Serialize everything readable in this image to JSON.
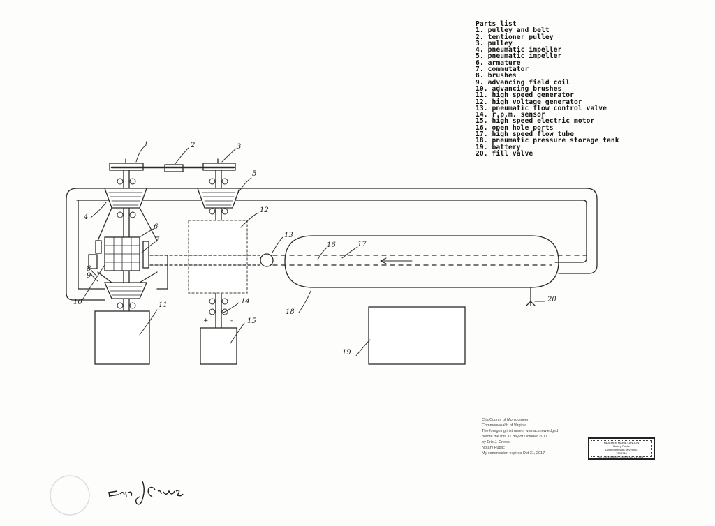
{
  "parts_list": {
    "title": "Parts list",
    "items": [
      "1. pulley and belt",
      "2. tentioner pulley",
      "3. pulley",
      "4. pneumatic impeller",
      "5. pneumatic impeller",
      "6. armature",
      "7. commutator",
      "8. brushes",
      "9. advancing field coil",
      "10. advancing brushes",
      "11. high speed generator",
      "12. high voltage generator",
      "13. pneumatic flow control valve",
      "14. r.p.m. sensor",
      "15. high speed electric motor",
      "16. open hole ports",
      "17. high speed flow tube",
      "18. pneumatic pressure storage tank",
      "19. battery",
      "20. fill valve"
    ]
  },
  "callouts": {
    "c1": "1",
    "c2": "2",
    "c3": "3",
    "c4": "4",
    "c5": "5",
    "c6": "6",
    "c7": "7",
    "c8": "8",
    "c9": "9",
    "c10": "10",
    "c11": "11",
    "c12": "12",
    "c13": "13",
    "c14": "14",
    "c15": "15",
    "c16": "16",
    "c17": "17",
    "c18": "18",
    "c19": "19",
    "c20": "20"
  },
  "notary": {
    "line1": "City/County of Montgomery",
    "line2": "Commonwealth of Virginia",
    "line3": "The foregoing instrument was acknowledged",
    "line4": "before me this 31 day of October 2017",
    "line5": "by Eric J. Crews",
    "line6": "Notary Public",
    "line7": "My commission expires Oct 31, 2017"
  },
  "stamp": {
    "line1": "HEATHER MARIE LANDON",
    "line2": "Notary Public",
    "line3": "Commonwealth of Virginia",
    "line4": "7698710",
    "line5": "My Commission Expires Oct 31, 2017"
  },
  "signature_text": "Eric J Crews"
}
